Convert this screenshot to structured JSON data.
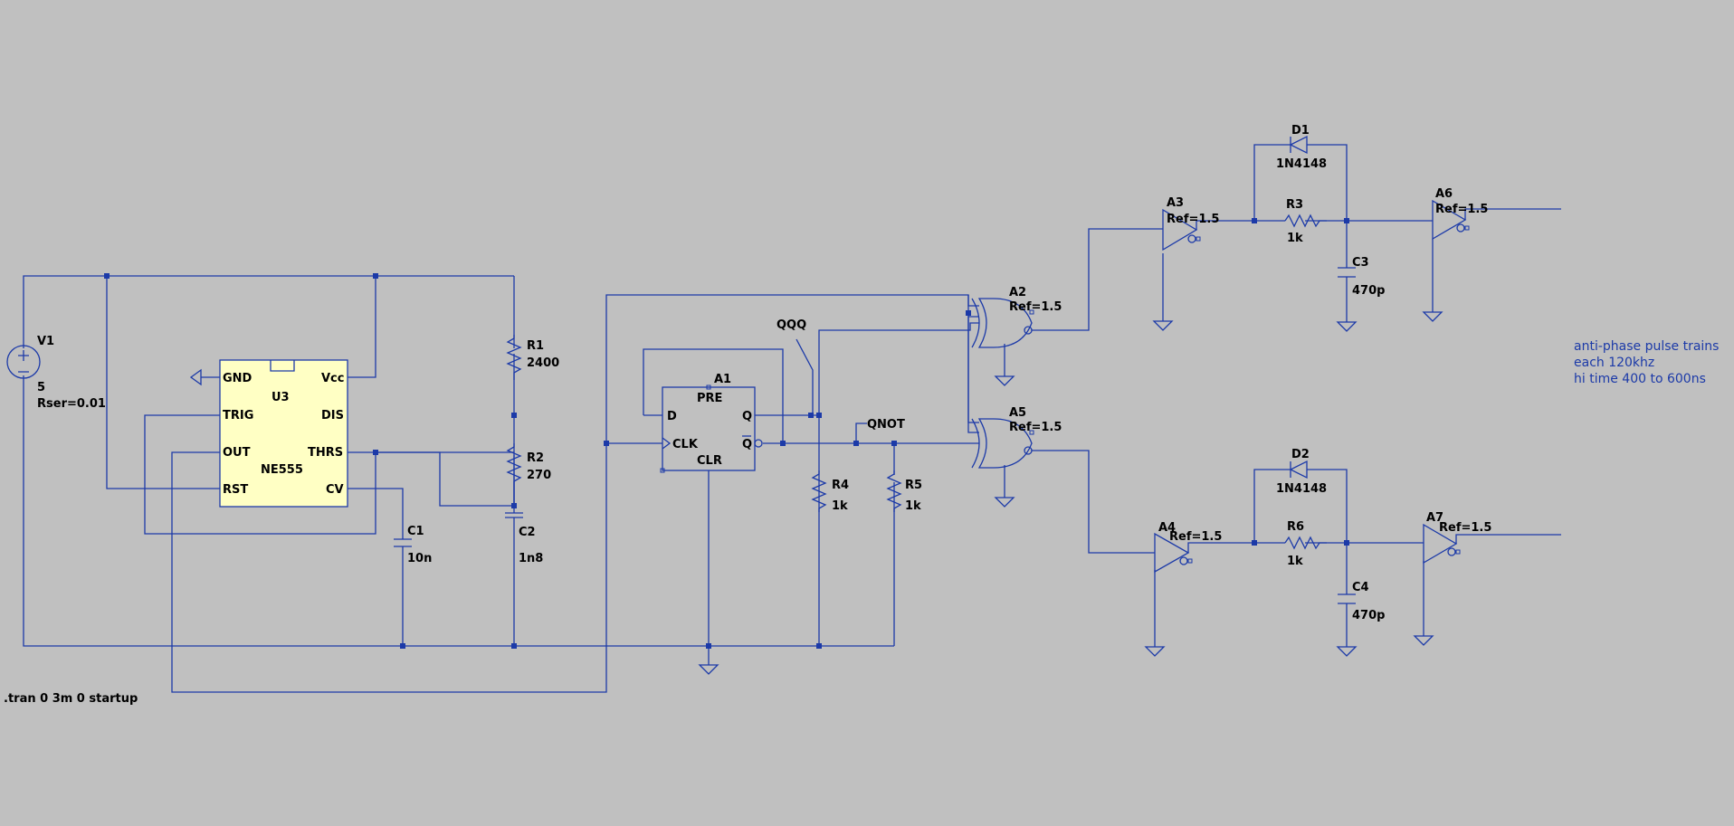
{
  "colors": {
    "background": "#c0c0c0",
    "wire": "#1c3aa8",
    "ic_fill": "#ffffc4",
    "text": "#000000"
  },
  "v1": {
    "name": "V1",
    "value": "5",
    "rser": "Rser=0.01"
  },
  "u3": {
    "name": "U3",
    "part": "NE555",
    "pins": {
      "gnd": "GND",
      "vcc": "Vcc",
      "trig": "TRIG",
      "dis": "DIS",
      "out": "OUT",
      "thrs": "THRS",
      "rst": "RST",
      "cv": "CV"
    }
  },
  "r1": {
    "name": "R1",
    "value": "2400"
  },
  "r2": {
    "name": "R2",
    "value": "270"
  },
  "c1": {
    "name": "C1",
    "value": "10n"
  },
  "c2": {
    "name": "C2",
    "value": "1n8"
  },
  "a1": {
    "name": "A1",
    "pins": {
      "pre": "PRE",
      "d": "D",
      "q": "Q",
      "qbar": "Q",
      "clk": "CLK",
      "clr": "CLR"
    }
  },
  "r4": {
    "name": "R4",
    "value": "1k"
  },
  "r5": {
    "name": "R5",
    "value": "1k"
  },
  "labels": {
    "qqq": "QQQ",
    "qnot": "QNOT"
  },
  "a2": {
    "name": "A2",
    "ref": "Ref=1.5"
  },
  "a5": {
    "name": "A5",
    "ref": "Ref=1.5"
  },
  "a3": {
    "name": "A3",
    "ref": "Ref=1.5"
  },
  "a4": {
    "name": "A4",
    "ref": "Ref=1.5"
  },
  "a6": {
    "name": "A6",
    "ref": "Ref=1.5"
  },
  "a7": {
    "name": "A7",
    "ref": "Ref=1.5"
  },
  "d1": {
    "name": "D1",
    "part": "1N4148"
  },
  "d2": {
    "name": "D2",
    "part": "1N4148"
  },
  "r3": {
    "name": "R3",
    "value": "1k"
  },
  "r6": {
    "name": "R6",
    "value": "1k"
  },
  "c3": {
    "name": "C3",
    "value": "470p"
  },
  "c4": {
    "name": "C4",
    "value": "470p"
  },
  "note": {
    "line1": "anti-phase pulse trains",
    "line2": "each 120khz",
    "line3": "hi time  400 to 600ns"
  },
  "directive": ".tran 0 3m 0 startup"
}
